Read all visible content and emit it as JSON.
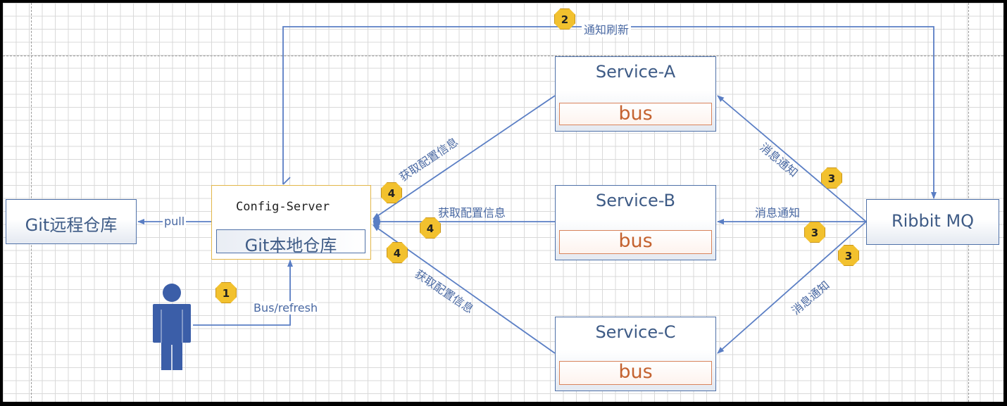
{
  "nodes": {
    "git_remote": "Git远程仓库",
    "config_server": "Config-Server",
    "git_local": "Git本地仓库",
    "service_a": "Service-A",
    "service_b": "Service-B",
    "service_c": "Service-C",
    "bus": "bus",
    "rabbit_mq": "Ribbit MQ"
  },
  "edges": {
    "pull": "pull",
    "bus_refresh": "Bus/refresh",
    "notify_refresh": "通知刷新",
    "fetch_config": "获取配置信息",
    "message_notify": "消息通知"
  },
  "steps": [
    "1",
    "2",
    "3",
    "4"
  ],
  "colors": {
    "line": "#5a7ec4",
    "box_border": "#4f71a8",
    "bus_border": "#d8835b",
    "bus_text": "#c4622f",
    "badge": "#f2c12e",
    "person": "#3b5ea8"
  },
  "icons": {
    "person": "person-icon"
  }
}
